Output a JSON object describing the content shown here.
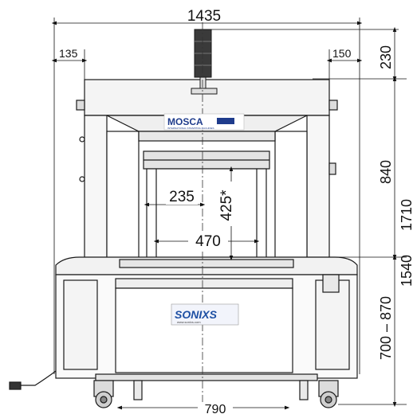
{
  "dimensions": {
    "overall_width": "1435",
    "left_offset": "135",
    "right_offset": "150",
    "beacon_height": "230",
    "upper_height": "840",
    "total_height": "1710",
    "mid_height": "1540",
    "table_height": "700 – 870",
    "inner_width": "235",
    "inner_height": "425*",
    "tunnel_width": "470",
    "base_width": "790"
  },
  "logos": {
    "brand": "MOSCA",
    "brand_tagline": "INTERNATIONAL STRAPPING MACHINES",
    "product": "SONIXS",
    "product_url": "www.sonixs.com"
  },
  "colors": {
    "line": "#1a1a1a",
    "brand_blue": "#1f3c8c",
    "product_red": "#c8102e",
    "product_blue": "#1d4fa3"
  }
}
